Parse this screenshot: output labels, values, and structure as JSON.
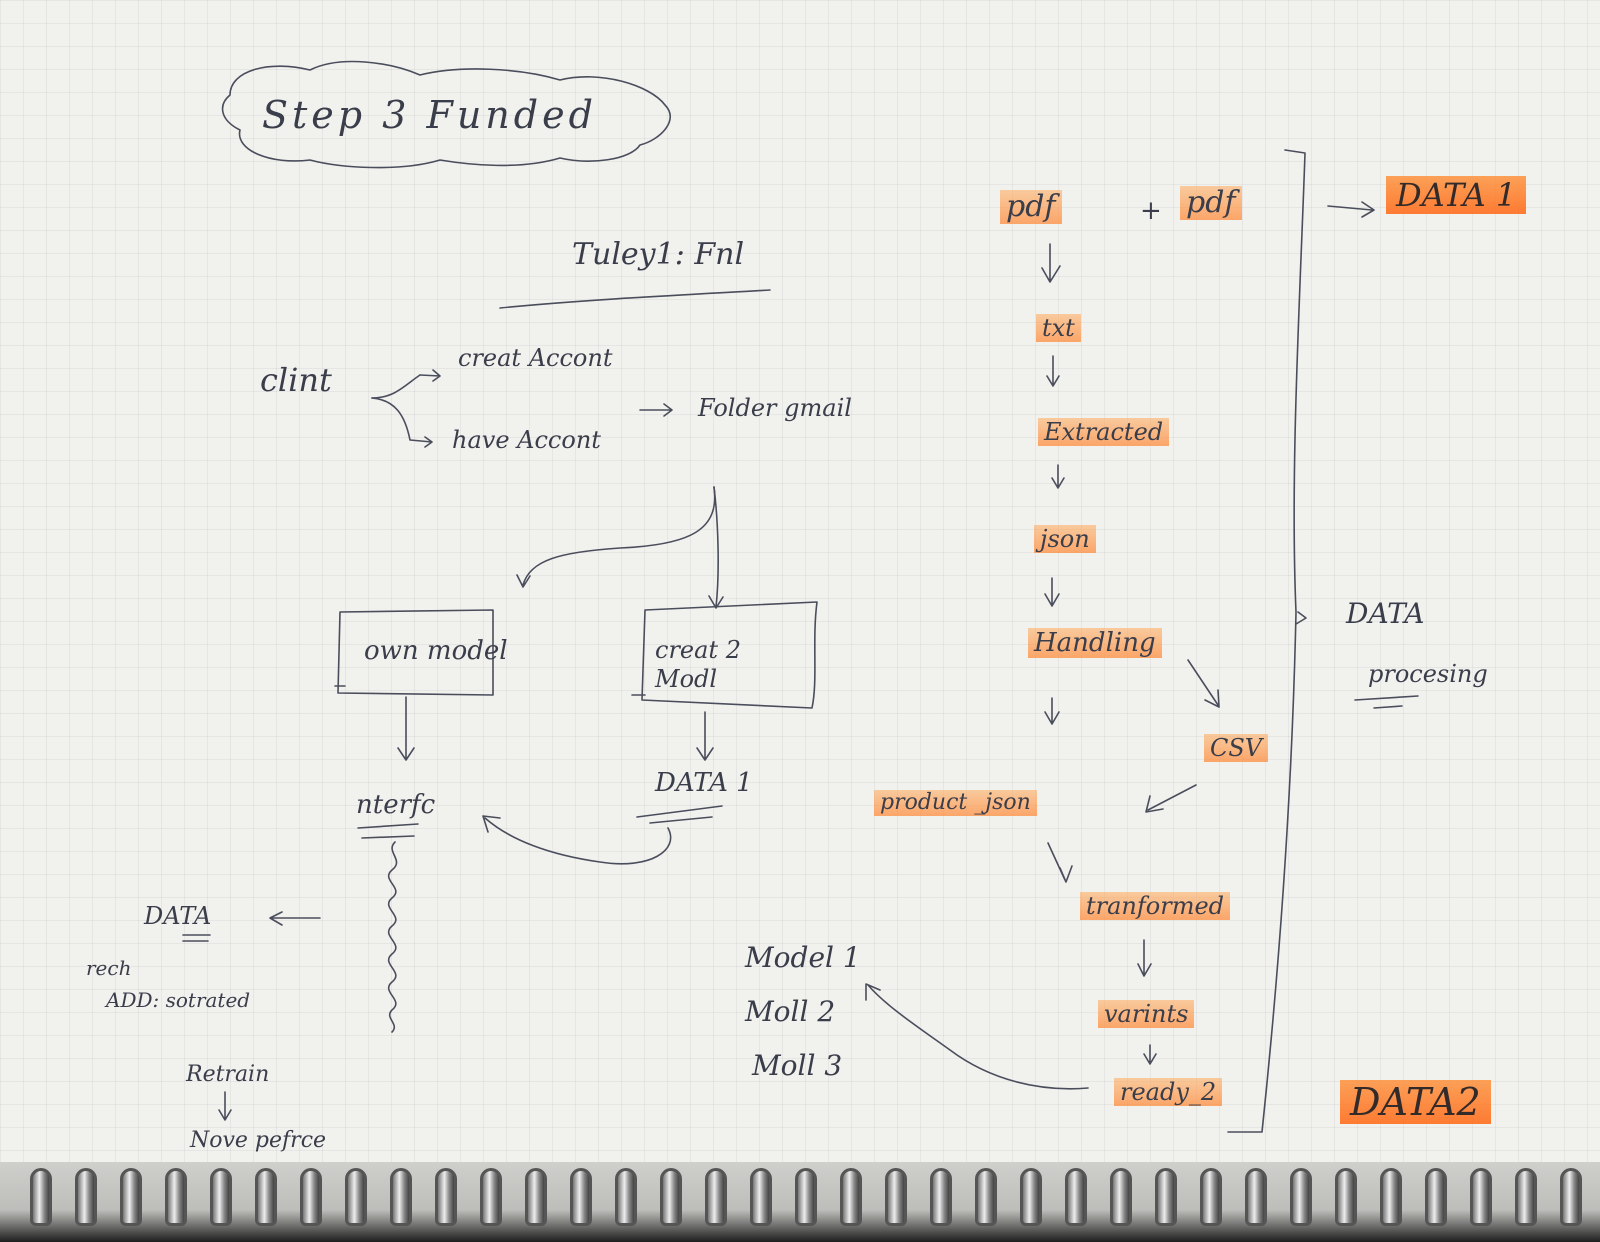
{
  "title": "Step 3 Funded",
  "left": {
    "heading": "Tuley1: Fnl",
    "client": "clint",
    "create_account": "creat Accont",
    "have_account": "have Accont",
    "folder": "Folder gmail",
    "box_own_model": "own model",
    "box_create_model": "creat 2 Modl",
    "interface": "nterfc",
    "data1_mid": "DATA 1",
    "data_left": "DATA",
    "rech": "rech",
    "add_sorted": "ADD: sotrated",
    "retrain": "Retrain",
    "new_perf": "Nove pefrce",
    "models": [
      "Model 1",
      "Moll 2",
      "Moll 3"
    ]
  },
  "pipeline": {
    "pdf_a": "pdf",
    "plus": "+",
    "pdf_b": "pdf",
    "steps": [
      "txt",
      "Extracted",
      "json",
      "Handling"
    ],
    "csv": "CSV",
    "product_json": "product _json",
    "later_steps": [
      "tranformed",
      "varints",
      "ready_2"
    ]
  },
  "right": {
    "data1": "DATA 1",
    "data_processing_1": "DATA",
    "data_processing_2": "procesing",
    "data2": "DATA2"
  },
  "colors": {
    "ink": "#3a3d4a",
    "highlighter": "#ff9a40",
    "paper": "#f1f1ee"
  }
}
